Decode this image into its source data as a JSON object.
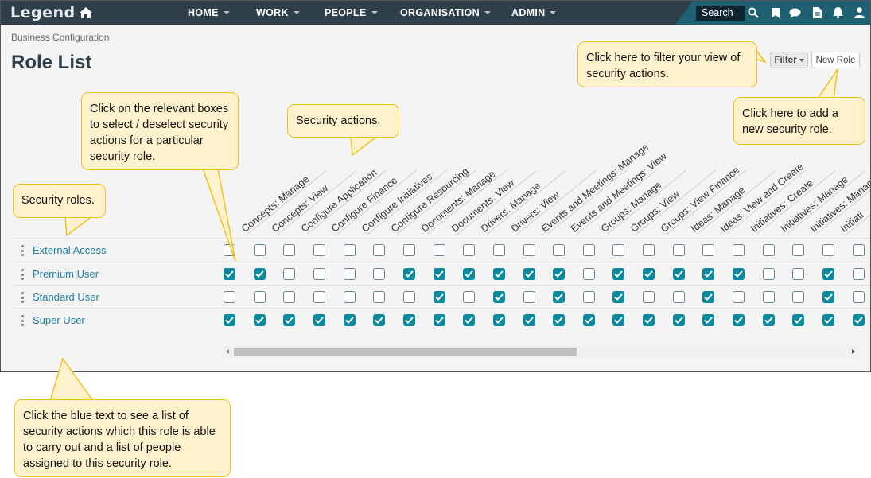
{
  "app": {
    "brand": "Legend",
    "nav": [
      {
        "label": "HOME"
      },
      {
        "label": "WORK"
      },
      {
        "label": "PEOPLE"
      },
      {
        "label": "ORGANISATION"
      },
      {
        "label": "ADMIN"
      }
    ],
    "search_label": "Search",
    "nav_icons": [
      "search-icon",
      "bookmark-icon",
      "chat-icon",
      "document-icon",
      "bell-icon",
      "user-icon"
    ],
    "accent_color": "#0a8a9e",
    "navbar_color": "#2f3f4a"
  },
  "page": {
    "breadcrumb": "Business Configuration",
    "title": "Role List",
    "filter_label": "Filter",
    "new_role_label": "New Role"
  },
  "columns": [
    "Concepts: Manage",
    "Concepts: View",
    "Configure Application",
    "Configure Finance",
    "Configure Initiatives",
    "Configure Resourcing",
    "Documents: Manage",
    "Documents: View",
    "Drivers: Manage",
    "Drivers: View",
    "Events and Meetings: Manage",
    "Events and Meetings: View",
    "Groups: Manage",
    "Groups: View",
    "Groups: View Finance",
    "Ideas: Manage",
    "Ideas: View and Create",
    "Initiatives: Create",
    "Initiatives: Manage",
    "Initiatives: Manage",
    "Initiati"
  ],
  "roles": [
    {
      "name": "External Access",
      "checks": [
        0,
        0,
        0,
        0,
        0,
        0,
        0,
        0,
        0,
        0,
        0,
        0,
        0,
        0,
        0,
        0,
        0,
        0,
        0,
        0,
        0,
        0
      ]
    },
    {
      "name": "Premium User",
      "checks": [
        1,
        1,
        0,
        0,
        0,
        0,
        1,
        1,
        1,
        1,
        1,
        1,
        0,
        1,
        1,
        1,
        1,
        1,
        0,
        0,
        1,
        0
      ]
    },
    {
      "name": "Standard User",
      "checks": [
        0,
        0,
        0,
        0,
        0,
        0,
        0,
        1,
        0,
        1,
        0,
        1,
        0,
        1,
        0,
        0,
        1,
        0,
        0,
        0,
        1,
        0
      ]
    },
    {
      "name": "Super User",
      "checks": [
        1,
        1,
        1,
        1,
        1,
        1,
        1,
        1,
        1,
        1,
        1,
        1,
        1,
        1,
        1,
        1,
        1,
        1,
        1,
        1,
        1,
        1
      ]
    }
  ],
  "callouts": {
    "filter": "Click here to filter your view of security actions.",
    "new_role": "Click here to add a new security role.",
    "select_boxes": "Click on the relevant boxes to select / deselect security actions for a particular security role.",
    "security_actions": "Security actions.",
    "security_roles": "Security roles.",
    "blue_text": "Click the blue text to see a list of security actions which this role is able to carry out and a list of people assigned to this security role."
  }
}
